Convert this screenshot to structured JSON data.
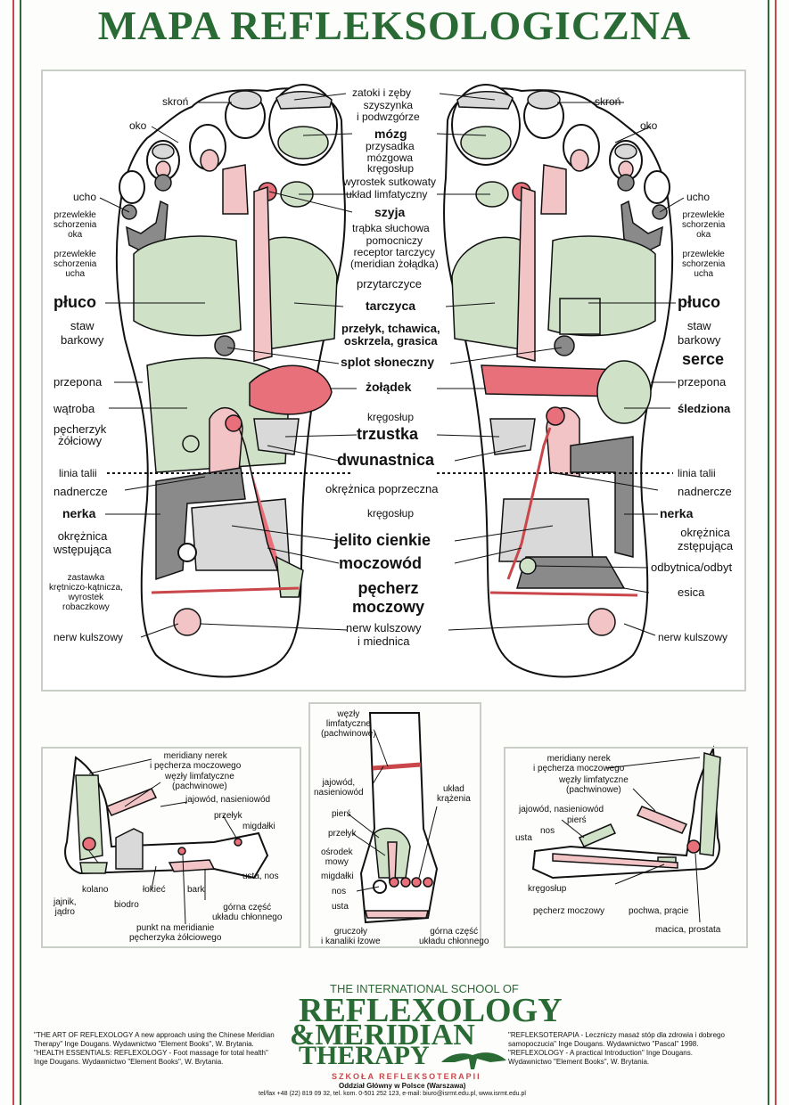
{
  "title": "MAPA REFLEKSOLOGICZNA",
  "main": {
    "left_labels": {
      "skron": "skroń",
      "oko": "oko",
      "ucho": "ucho",
      "oka": "przewlekłe\nschorzenia\noka",
      "ucha": "przewlekłe\nschorzenia\nucha",
      "pluco": "płuco",
      "staw": "staw\nbarkowy",
      "przepona": "przepona",
      "watroba": "wątroba",
      "pecherzyk": "pęcherzyk\nżółciowy",
      "linia": "linia talii",
      "nadnercze": "nadnercze",
      "nerka": "nerka",
      "okreznica": "okrężnica\nwstępująca",
      "zastawka": "zastawka\nkrętniczo-kątnicza,\nwyrostek\nrobaczkowy",
      "nerw": "nerw kulszowy"
    },
    "center_labels": {
      "zatoki": "zatoki i zęby",
      "szyszynka": "szyszynka\ni podwzgórze",
      "mozg": "mózg",
      "przysadka": "przysadka\nmózgowa",
      "kregoslup1": "kręgosłup",
      "wyrostek": "wyrostek sutkowaty",
      "uklad": "układ limfatyczny",
      "szyja": "szyja",
      "trabka": "trąbka słuchowa",
      "pomocniczy": "pomocniczy\nreceptor tarczycy\n(meridian żołądka)",
      "przytarczyce": "przytarczyce",
      "tarczyca": "tarczyca",
      "przelyk": "przełyk, tchawica,\noskrzela, grasica",
      "splot": "splot słoneczny",
      "zoladek": "żołądek",
      "kregoslup2": "kręgosłup",
      "trzustka": "trzustka",
      "dwunastnica": "dwunastnica",
      "okreznica_pop": "okrężnica poprzeczna",
      "kregoslup3": "kręgosłup",
      "jelito": "jelito cienkie",
      "moczowod": "moczowód",
      "pecherz": "pęcherz\nmoczowy",
      "nerw_kul": "nerw kulszowy\ni miednica"
    },
    "right_labels": {
      "skron": "skroń",
      "oko": "oko",
      "ucho": "ucho",
      "oka": "przewlekłe\nschorzenia\noka",
      "ucha": "przewlekłe\nschorzenia\nucha",
      "pluco": "płuco",
      "staw": "staw\nbarkowy",
      "serce": "serce",
      "przepona": "przepona",
      "sledziona": "śledziona",
      "linia": "linia talii",
      "nadnercze": "nadnercze",
      "nerka": "nerka",
      "okreznica": "okrężnica\nzstępująca",
      "odbytnica": "odbytnica/odbyt",
      "esica": "esica",
      "nerw": "nerw kulszowy"
    }
  },
  "bottom_left": {
    "meridiany": "meridiany nerek\ni pęcherza moczowego",
    "wezly": "węzły limfatyczne\n(pachwinowe)",
    "jajowod": "jajowód, nasieniowód",
    "przelyk": "przełyk",
    "migdalki": "migdałki",
    "usta": "usta, nos",
    "kolano": "kolano",
    "lokiec": "łokieć",
    "bark": "bark",
    "jajnik": "jajnik,\njądro",
    "biodro": "biodro",
    "gorna": "górna część\nukładu chłonnego",
    "punkt": "punkt na meridianie\npęcherzyka żółciowego"
  },
  "bottom_center": {
    "wezly": "węzły\nlimfatyczne\n(pachwinowe)",
    "jajowod": "jajowód,\nnasieniowód",
    "uklad": "układ\nkrążenia",
    "piers": "pierś",
    "przelyk": "przełyk",
    "osrodek": "ośrodek\nmowy",
    "migdalki": "migdałki",
    "nos": "nos",
    "usta": "usta",
    "gruczoly": "gruczoły\ni kanaliki łzowe",
    "gorna": "górna część\nukładu chłonnego"
  },
  "bottom_right": {
    "meridiany": "meridiany nerek\ni pęcherza moczowego",
    "wezly": "węzły limfatyczne\n(pachwinowe)",
    "jajowod": "jajowód, nasieniowód",
    "piers": "pierś",
    "nos": "nos",
    "usta": "usta",
    "kregoslup": "kręgosłup",
    "pecherz": "pęcherz moczowy",
    "pochwa": "pochwa, prącie",
    "macica": "macica, prostata"
  },
  "footer": {
    "school": "THE INTERNATIONAL SCHOOL OF",
    "logo1": "REFLEXOLOGY",
    "logo2": "&MERIDIAN",
    "logo3": "THERAPY",
    "szkola": "SZKOŁA REFLEKSOTERAPII",
    "oddzial": "Oddział Główny w Polsce (Warszawa)",
    "contact": "tel/fax +48 (22) 819 09 32, tel. kom. 0-501 252 123,  e-mail: biuro@isrmt.edu.pl,  www.isrmt.edu.pl",
    "ref_left": "\"THE ART OF REFLEXOLOGY A new approach using the Chinese Meridian\nTherapy\" Inge Dougans. Wydawnictwo \"Element Books\", W. Brytania.\n\"HEALTH ESSENTIALS: REFLEXOLOGY - Foot massage for total health\"\nInge Dougans. Wydawnictwo \"Element Books\", W. Brytania.",
    "ref_right": "\"REFLEKSOTERAPIA - Leczniczy masaż stóp dla zdrowia i dobrego\nsamopoczucia\" Inge Dougans. Wydawnictwo \"Pascal\" 1998.\n\"REFLEXOLOGY - A practical Introduction\" Inge Dougans.\nWydawnictwo \"Element Books\", W. Brytania."
  },
  "colors": {
    "green": "#2a6a35",
    "red": "#c9464a",
    "pink": "#f2c4c6",
    "lightgreen": "#cfe2c8",
    "gray": "#8a8a8a",
    "darkgray": "#666"
  }
}
